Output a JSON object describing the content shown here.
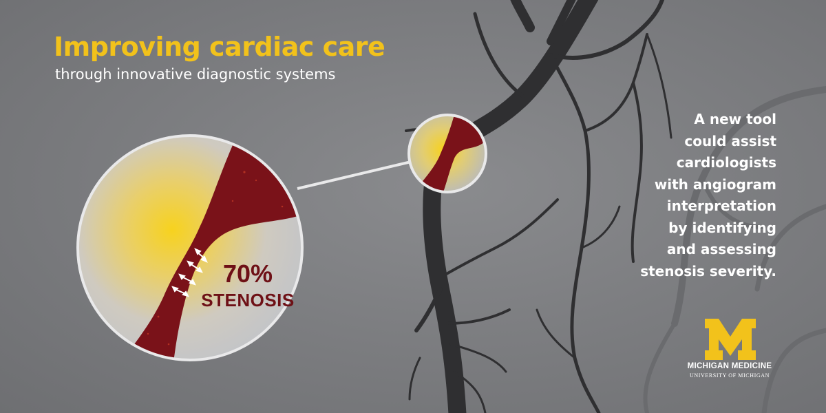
{
  "headline": "Improving cardiac care",
  "subheadline": "through innovative diagnostic systems",
  "blurb_lines": [
    "A new tool",
    "could assist",
    "cardiologists",
    "with angiogram",
    "interpretation",
    "by identifying",
    "and assessing",
    "stenosis severity."
  ],
  "callout": {
    "percent": "70%",
    "label": "STENOSIS"
  },
  "logo": {
    "name": "MICHIGAN MEDICINE",
    "subtitle": "UNIVERSITY OF MICHIGAN"
  },
  "colors": {
    "background": "#7f8083",
    "headline_yellow": "#f2c21b",
    "artery_maroon": "#7a1219",
    "vessel_dark": "#2f2f31",
    "logo_yellow": "#f2c21b",
    "glow_yellow": "#f7d21e"
  }
}
